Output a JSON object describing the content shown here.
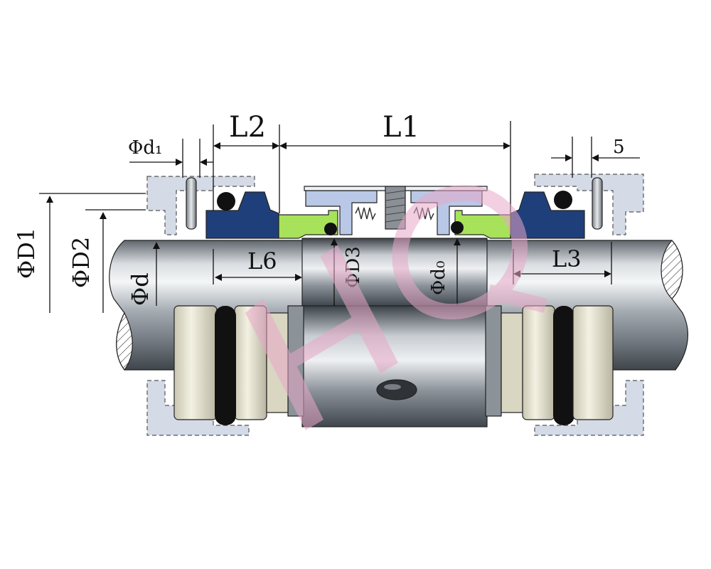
{
  "diagram": {
    "labels": {
      "L1": "L1",
      "L2": "L2",
      "L3": "L3",
      "L6": "L6",
      "d1": "Φd₁",
      "five": "5",
      "D1": "ΦD1",
      "D2": "ΦD2",
      "d": "Φd",
      "D3": "ΦD3",
      "d0": "Φd₀"
    },
    "watermark": "HQ"
  },
  "colors": {
    "gland": "#d4dbe6",
    "elastomer_seat": "#1f3f7a",
    "rotating_green": "#a7e25a",
    "spring_holder": "#b9c8e6",
    "shaft_mid": "#9aa1a8",
    "sleeve_mid": "#7e8790",
    "collar": "#e9e6d2",
    "oring": "#111111",
    "watermark": "#e8a8c8"
  }
}
